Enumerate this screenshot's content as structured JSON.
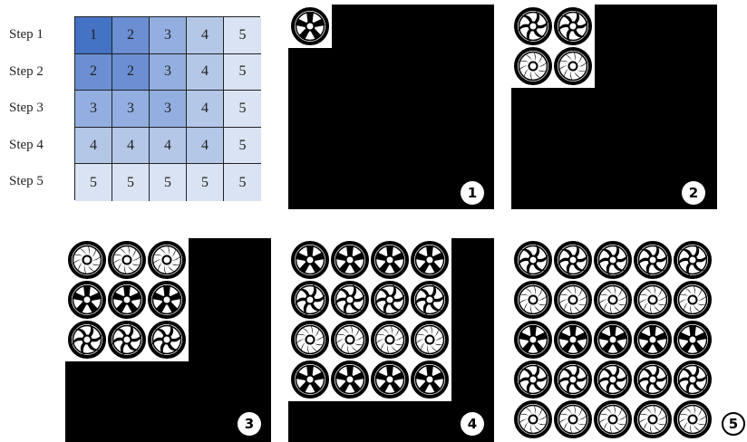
{
  "step_labels": [
    "Step 1",
    "Step 2",
    "Step 3",
    "Step 4",
    "Step 5"
  ],
  "step_grid": [
    [
      "1",
      "2",
      "3",
      "4",
      "5"
    ],
    [
      "2",
      "2",
      "3",
      "4",
      "5"
    ],
    [
      "3",
      "3",
      "3",
      "4",
      "5"
    ],
    [
      "4",
      "4",
      "4",
      "4",
      "5"
    ],
    [
      "5",
      "5",
      "5",
      "5",
      "5"
    ]
  ],
  "step_colors": {
    "1": "#4472c4",
    "2": "#6b8fd2",
    "3": "#93aee0",
    "4": "#b4c7e7",
    "5": "#dae3f3"
  },
  "panels": [
    {
      "step": 1,
      "badge": "1",
      "wheels_per_side": 1
    },
    {
      "step": 2,
      "badge": "2",
      "wheels_per_side": 2
    },
    {
      "step": 3,
      "badge": "3",
      "wheels_per_side": 3
    },
    {
      "step": 4,
      "badge": "4",
      "wheels_per_side": 4
    },
    {
      "step": 5,
      "badge": "5",
      "wheels_per_side": 5
    }
  ],
  "panel_background": "#000000",
  "wheel_styles": [
    "spiral-vane-wheel-icon",
    "five-spoke-wheel-icon",
    "curved-spoke-wheel-icon"
  ]
}
